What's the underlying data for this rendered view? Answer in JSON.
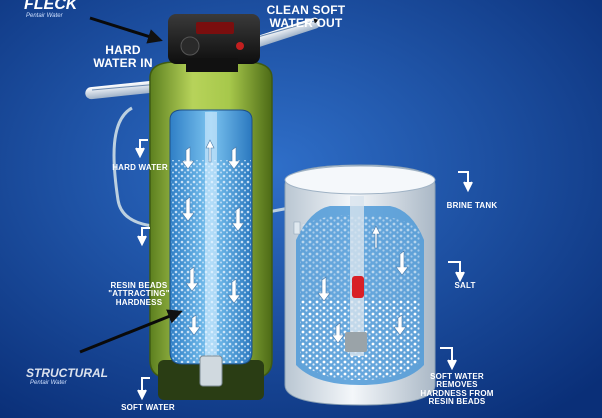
{
  "brand": {
    "name": "FLECK",
    "tagline": "Pentair Water"
  },
  "watermark": {
    "name": "STRUCTURAL",
    "tagline": "Pentair Water"
  },
  "labels": {
    "hard_water_in": [
      "HARD",
      "WATER IN"
    ],
    "clean_soft_water_out": [
      "CLEAN SOFT",
      "WATER OUT"
    ],
    "hard_water": "HARD WATER",
    "resin_beads": [
      "RESIN BEADS",
      "\"ATTRACTING\"",
      "HARDNESS"
    ],
    "soft_water": "SOFT WATER",
    "brine_tank": "BRINE TANK",
    "salt": "SALT",
    "soft_water_removes": [
      "SOFT WATER",
      "REMOVES",
      "HARDNESS FROM",
      "RESIN BEADS"
    ]
  },
  "icons": [
    "down-arrow-icon",
    "pointer-arrow-icon",
    "flow-arrow-icon"
  ],
  "colors": {
    "background": "#0d3c8c",
    "tank_green": "#9fbf3f",
    "tank_dark": "#4f6e1a",
    "water_blue": "#4fa4de",
    "brine_white": "#e8eef3",
    "valve_black": "#1a1a1a"
  }
}
